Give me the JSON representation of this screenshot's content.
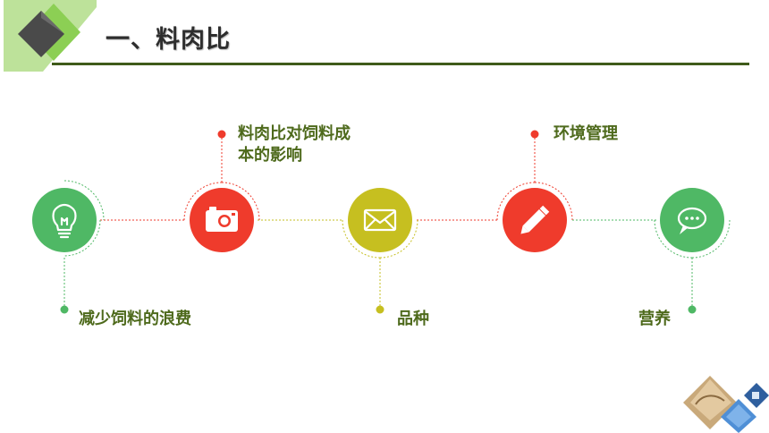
{
  "title": "一、料肉比",
  "colors": {
    "green": "#4fb865",
    "red": "#ef3b2c",
    "olive": "#c6bf20",
    "rule": "#3f5b1a",
    "text": "#4e6a1c",
    "tab_light": "#bde29a",
    "tab_mid": "#8ccf54"
  },
  "nodes": [
    {
      "label": "减少饲料的浪费",
      "icon": "lightbulb-icon",
      "color": "#4fb865"
    },
    {
      "label": "料肉比对饲料成本的影响",
      "icon": "camera-icon",
      "color": "#ef3b2c"
    },
    {
      "label": "品种",
      "icon": "envelope-icon",
      "color": "#c6bf20"
    },
    {
      "label": "环境管理",
      "icon": "pencil-icon",
      "color": "#ef3b2c"
    },
    {
      "label": "营养",
      "icon": "chat-bubble-icon",
      "color": "#4fb865"
    }
  ]
}
